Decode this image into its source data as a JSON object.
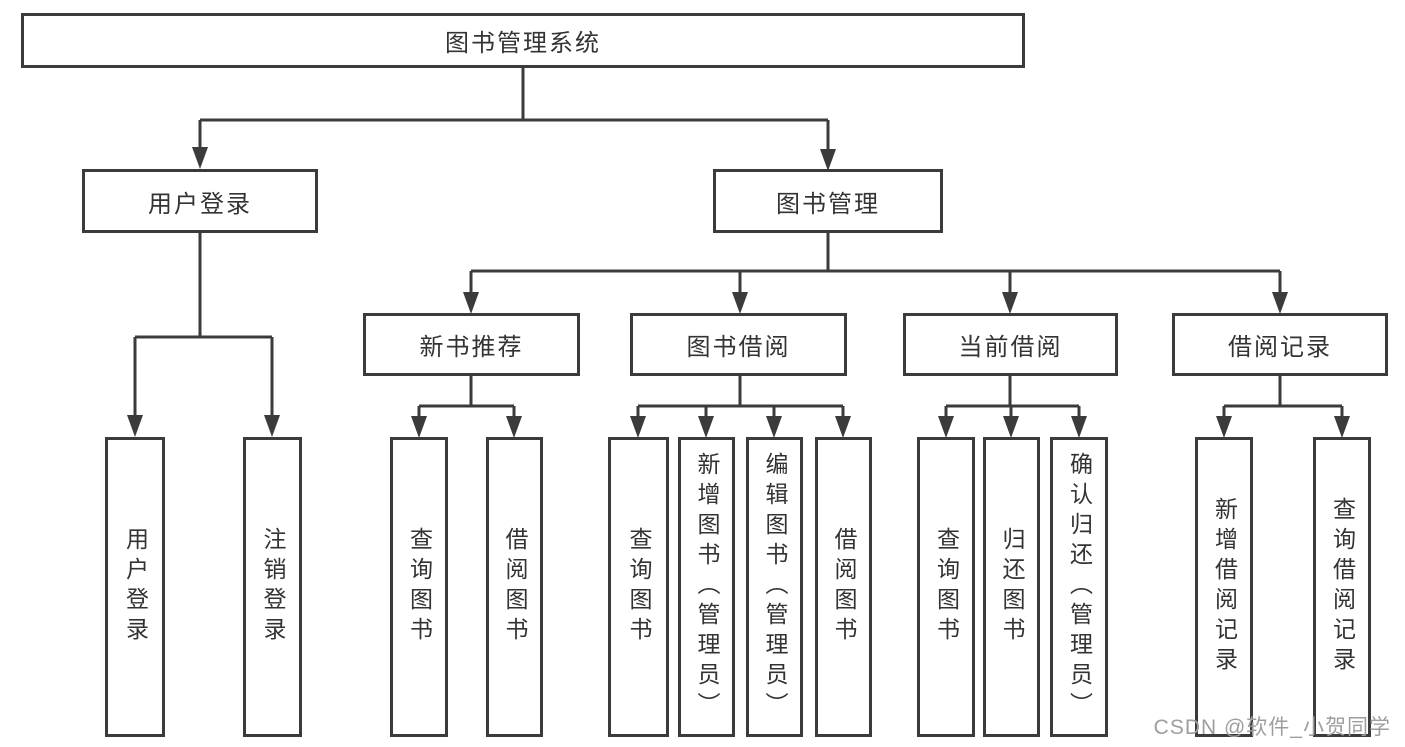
{
  "title": {
    "label": "图书管理系统"
  },
  "branches": [
    {
      "label": "用户登录",
      "leaves": [
        {
          "label": "用户登录"
        },
        {
          "label": "注销登录"
        }
      ]
    },
    {
      "label": "图书管理",
      "groups": [
        {
          "label": "新书推荐",
          "leaves": [
            {
              "label": "查询图书"
            },
            {
              "label": "借阅图书"
            }
          ]
        },
        {
          "label": "图书借阅",
          "leaves": [
            {
              "label": "查询图书"
            },
            {
              "label": "新增图书（管理员）"
            },
            {
              "label": "编辑图书（管理员）"
            },
            {
              "label": "借阅图书"
            }
          ]
        },
        {
          "label": "当前借阅",
          "leaves": [
            {
              "label": "查询图书"
            },
            {
              "label": "归还图书"
            },
            {
              "label": "确认归还（管理员）"
            }
          ]
        },
        {
          "label": "借阅记录",
          "leaves": [
            {
              "label": "新增借阅记录"
            },
            {
              "label": "查询借阅记录"
            }
          ]
        }
      ]
    }
  ],
  "watermark": {
    "text": "CSDN @软件_小贺同学"
  },
  "colors": {
    "line": "#3b3b3b",
    "text": "#333333",
    "watermark": "#9e9e9e",
    "background": "#ffffff"
  }
}
